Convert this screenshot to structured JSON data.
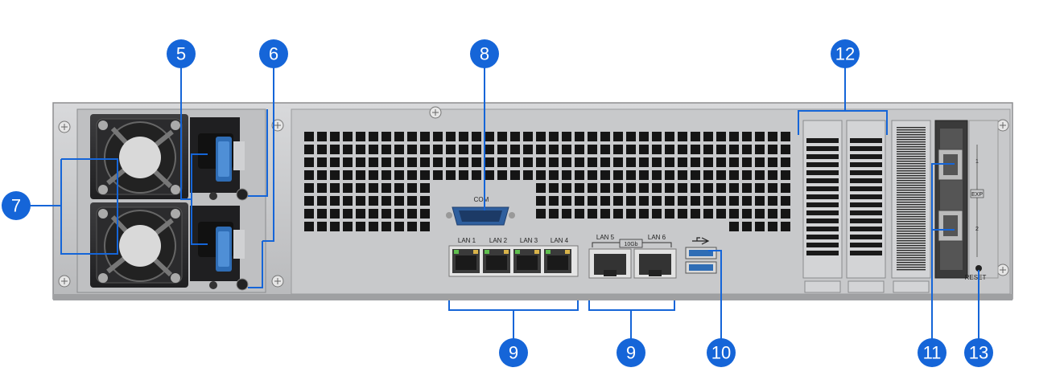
{
  "colors": {
    "callout": "#1565d8",
    "chassis": "#cfd0d2",
    "chassis_dark": "#3a3a3a",
    "vent": "#151515",
    "port_blue": "#2f6db5",
    "leader": "#1565d8"
  },
  "callouts": {
    "c5": "5",
    "c6": "6",
    "c7": "7",
    "c8": "8",
    "c9a": "9",
    "c9b": "9",
    "c10": "10",
    "c11": "11",
    "c12": "12",
    "c13": "13"
  },
  "labels": {
    "com": "COM",
    "lan1": "LAN 1",
    "lan2": "LAN 2",
    "lan3": "LAN 3",
    "lan4": "LAN 4",
    "lan5": "LAN 5",
    "lan6": "LAN 6",
    "tengb": "10Gb",
    "exp": "EXP",
    "exp1": "1",
    "exp2": "2",
    "reset": "RESET"
  },
  "icons": {
    "usb": "usb-icon",
    "screw": "screw-icon",
    "fan": "fan-icon"
  }
}
